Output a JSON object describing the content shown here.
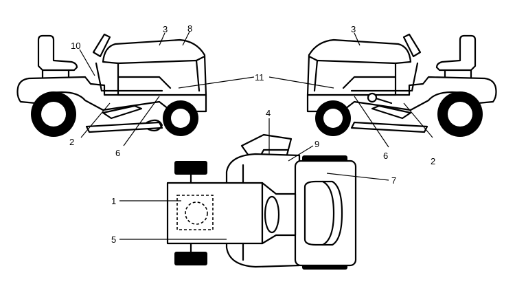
{
  "callouts": {
    "c1": "1",
    "c2_left": "2",
    "c2_right": "2",
    "c3_left": "3",
    "c3_right": "3",
    "c4": "4",
    "c5": "5",
    "c6_left": "6",
    "c6_right": "6",
    "c7": "7",
    "c8": "8",
    "c9": "9",
    "c10": "10",
    "c11": "11"
  }
}
